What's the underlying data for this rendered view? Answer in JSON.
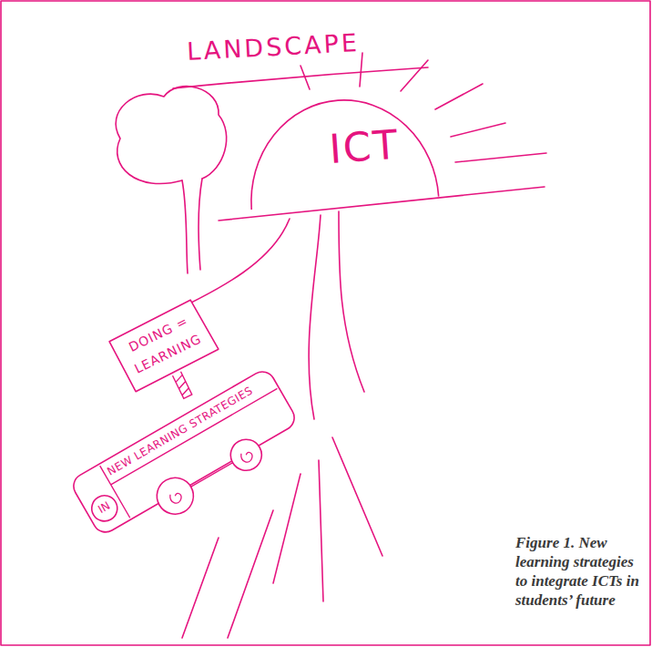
{
  "diagram": {
    "caption": "Figure 1. New learning strategies to integrate ICTs in students’ future",
    "nodes": [
      {
        "text": [
          "ICT"
        ]
      },
      {
        "text": [
          "DOING = LEARNING"
        ]
      },
      {
        "text": [
          "NEW LEARNING STRATEGIES"
        ]
      },
      {
        "text": [
          "IN"
        ],
        "in": 2
      }
    ],
    "labels": [
      "LANDSCAPE"
    ]
  }
}
